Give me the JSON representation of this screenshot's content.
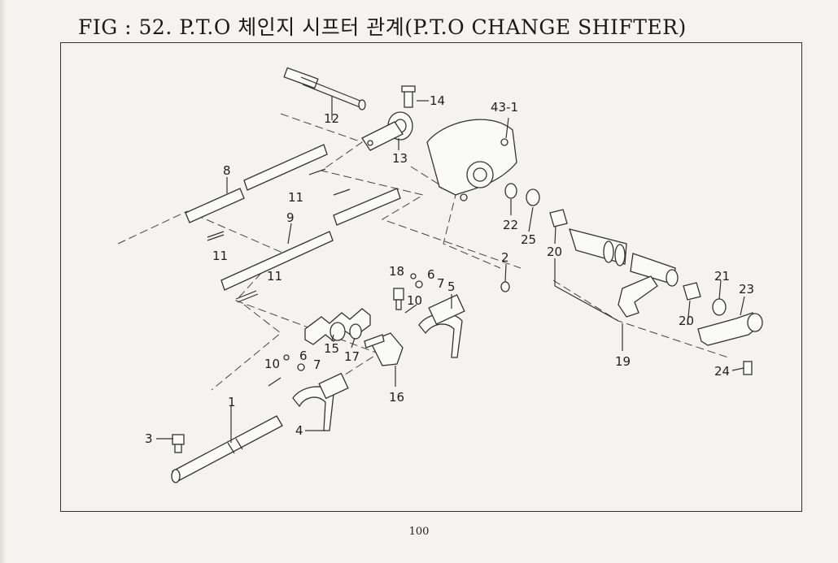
{
  "figure": {
    "title": "FIG : 52. P.T.O 체인지 시프터 관계(P.T.O CHANGE SHIFTER)",
    "page_number": "100"
  },
  "callouts": [
    {
      "id": "c1",
      "text": "1"
    },
    {
      "id": "c2",
      "text": "2"
    },
    {
      "id": "c3",
      "text": "3"
    },
    {
      "id": "c4",
      "text": "4"
    },
    {
      "id": "c5",
      "text": "5"
    },
    {
      "id": "c6a",
      "text": "6"
    },
    {
      "id": "c6b",
      "text": "6"
    },
    {
      "id": "c7a",
      "text": "7"
    },
    {
      "id": "c7b",
      "text": "7"
    },
    {
      "id": "c8",
      "text": "8"
    },
    {
      "id": "c9",
      "text": "9"
    },
    {
      "id": "c10a",
      "text": "10"
    },
    {
      "id": "c10b",
      "text": "10"
    },
    {
      "id": "c11a",
      "text": "11"
    },
    {
      "id": "c11b",
      "text": "11"
    },
    {
      "id": "c11c",
      "text": "11"
    },
    {
      "id": "c12",
      "text": "12"
    },
    {
      "id": "c13",
      "text": "13"
    },
    {
      "id": "c14",
      "text": "14"
    },
    {
      "id": "c15",
      "text": "15"
    },
    {
      "id": "c16",
      "text": "16"
    },
    {
      "id": "c17",
      "text": "17"
    },
    {
      "id": "c18",
      "text": "18"
    },
    {
      "id": "c19",
      "text": "19"
    },
    {
      "id": "c20a",
      "text": "20"
    },
    {
      "id": "c20b",
      "text": "20"
    },
    {
      "id": "c21",
      "text": "21"
    },
    {
      "id": "c22",
      "text": "22"
    },
    {
      "id": "c23",
      "text": "23"
    },
    {
      "id": "c24",
      "text": "24"
    },
    {
      "id": "c25",
      "text": "25"
    },
    {
      "id": "c43",
      "text": "43-1"
    }
  ]
}
